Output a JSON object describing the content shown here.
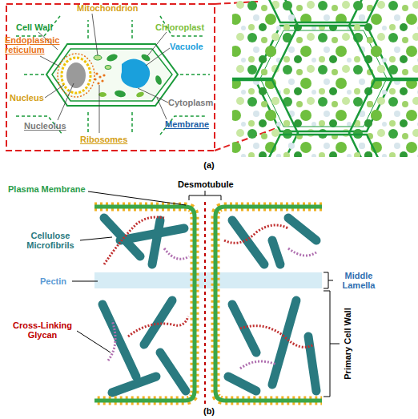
{
  "diagram": {
    "labels": [
      "Mitochondrion",
      "Cell Wall",
      "Endoplasmic reticulum",
      "Chloroplast",
      "Vacuole",
      "Nucleus",
      "Cytoplasm",
      "Nucleolus",
      "Membrane",
      "Ribosomes",
      "(a)",
      "Plasma Membrane",
      "Desmotubule",
      "Cellulose Microfibrils",
      "Pectin",
      "Middle Lamella",
      "Cross-Linking Glycan",
      "Primary Cell Wall",
      "(b)"
    ]
  }
}
